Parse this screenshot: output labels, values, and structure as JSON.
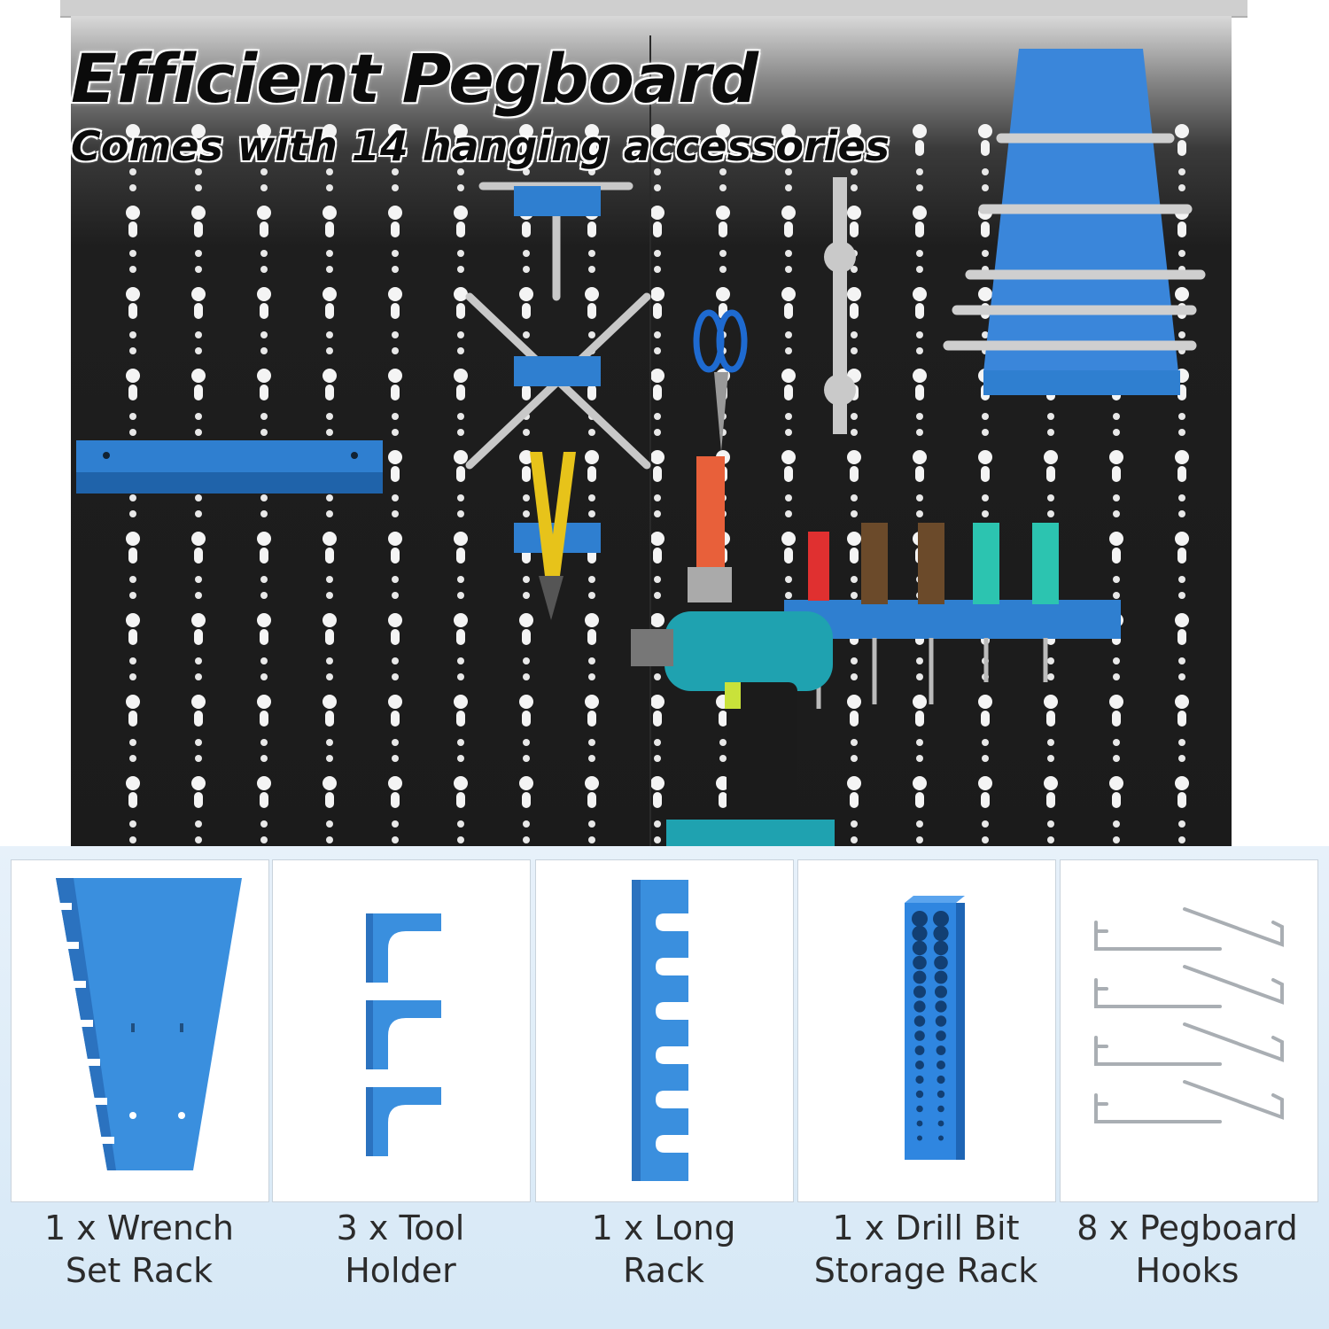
{
  "header": {
    "title": "Efficient Pegboard",
    "subtitle": "Comes with 14 hanging accessories"
  },
  "accessories": [
    {
      "line1": "1 x Wrench",
      "line2": "Set Rack"
    },
    {
      "line1": "3 x Tool",
      "line2": "Holder"
    },
    {
      "line1": "1 x Long",
      "line2": "Rack"
    },
    {
      "line1": "1 x Drill Bit",
      "line2": "Storage Rack"
    },
    {
      "line1": "8 x Pegboard",
      "line2": "Hooks"
    }
  ],
  "colors": {
    "board": "#1b1b1b",
    "accessory_blue": "#2f7fd0",
    "band": "#d6e8f6",
    "text": "#2b2b2b"
  },
  "icons": [
    "pegboard-image",
    "wrench-set-rack-icon",
    "tool-holder-icon",
    "long-rack-icon",
    "drill-bit-rack-icon",
    "pegboard-hooks-icon"
  ]
}
